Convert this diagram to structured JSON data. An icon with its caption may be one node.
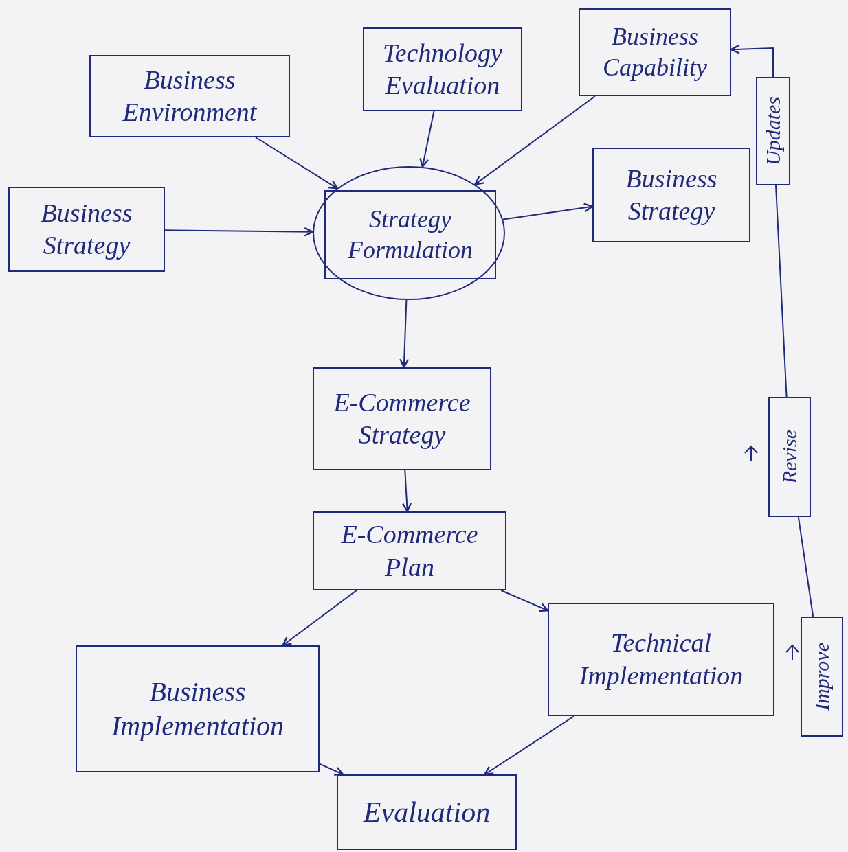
{
  "diagram": {
    "nodes": [
      {
        "text": [
          "Business Environment"
        ]
      },
      {
        "text": [
          "Technology Evaluation"
        ]
      },
      {
        "text": [
          "Business Capability"
        ]
      },
      {
        "text": [
          "Business Strategy"
        ]
      },
      {
        "text": [],
        "shape": "ellipse"
      },
      {
        "text": [
          "Strategy Formulation"
        ],
        "in": 4
      },
      {
        "text": [
          "Business Strategy"
        ]
      },
      {
        "text": [
          "E-Commerce Strategy"
        ]
      },
      {
        "text": [
          "E-Commerce Plan"
        ]
      },
      {
        "text": [
          "Business Implementation"
        ]
      },
      {
        "text": [
          "Technical Implementation"
        ]
      },
      {
        "text": [
          "Evaluation"
        ]
      },
      {
        "text": [
          "Updates"
        ]
      },
      {
        "text": [
          "Revise"
        ]
      },
      {
        "text": [
          "Improve"
        ]
      }
    ],
    "edges": [
      {
        "from": 0,
        "to": 4,
        "arrow": "to"
      },
      {
        "from": 1,
        "to": 4,
        "arrow": "to"
      },
      {
        "from": 2,
        "to": 4,
        "arrow": "to"
      },
      {
        "from": 3,
        "to": 4,
        "arrow": "to"
      },
      {
        "from": 4,
        "to": 6,
        "arrow": "to"
      },
      {
        "from": 4,
        "to": 7,
        "arrow": "to"
      },
      {
        "from": 7,
        "to": 8,
        "arrow": "to"
      },
      {
        "from": 8,
        "to": 9,
        "arrow": "to"
      },
      {
        "from": 8,
        "to": 10,
        "arrow": "to"
      },
      {
        "from": 9,
        "to": 11,
        "arrow": "to"
      },
      {
        "from": 10,
        "to": 11,
        "arrow": "to"
      },
      {
        "from": 14,
        "to": 13,
        "arrow": "none"
      },
      {
        "from": 13,
        "to": 12,
        "arrow": "none"
      },
      {
        "from": 12,
        "to": 2,
        "arrow": "to"
      }
    ]
  }
}
